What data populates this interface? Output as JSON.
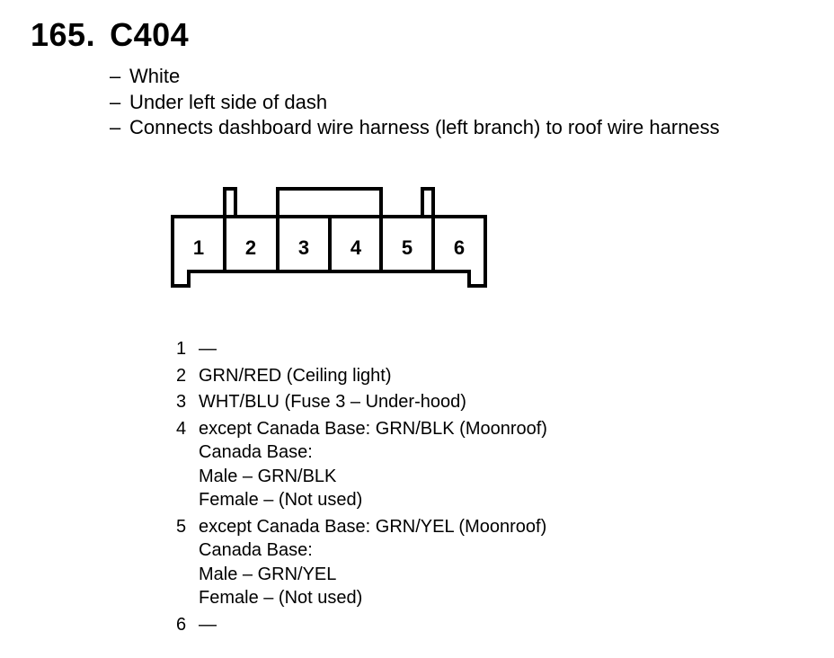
{
  "header": {
    "number": "165.",
    "connector_id": "C404"
  },
  "description": [
    "White",
    "Under left side of dash",
    "Connects dashboard wire harness (left branch) to roof wire harness"
  ],
  "connector": {
    "pins": [
      "1",
      "2",
      "3",
      "4",
      "5",
      "6"
    ]
  },
  "pinout": [
    {
      "pin": "1",
      "lines": [
        "—"
      ]
    },
    {
      "pin": "2",
      "lines": [
        "GRN/RED (Ceiling light)"
      ]
    },
    {
      "pin": "3",
      "lines": [
        "WHT/BLU (Fuse 3 – Under-hood)"
      ]
    },
    {
      "pin": "4",
      "lines": [
        "except Canada Base: GRN/BLK (Moonroof)",
        "Canada Base:",
        "Male – GRN/BLK",
        "Female – (Not used)"
      ]
    },
    {
      "pin": "5",
      "lines": [
        "except Canada Base: GRN/YEL (Moonroof)",
        "Canada Base:",
        "Male – GRN/YEL",
        "Female – (Not used)"
      ]
    },
    {
      "pin": "6",
      "lines": [
        "—"
      ]
    }
  ]
}
